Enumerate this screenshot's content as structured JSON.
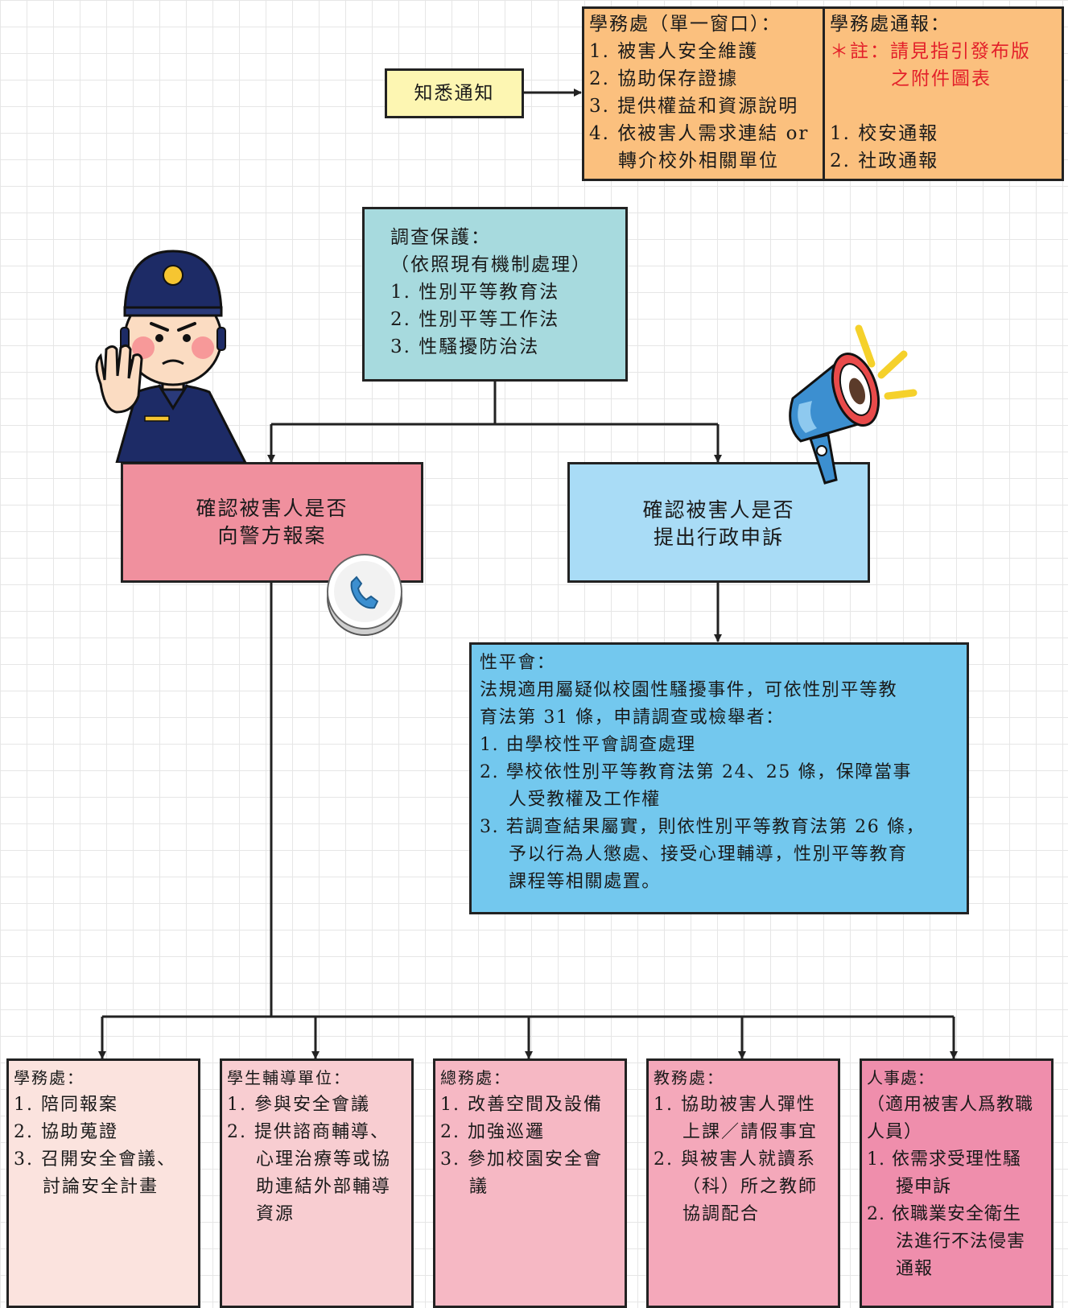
{
  "notify": {
    "label": "知悉通知"
  },
  "student_affairs": {
    "title": "學務處（單一窗口）：",
    "items": [
      "1. 被害人安全維護",
      "2. 協助保存證據",
      "3. 提供權益和資源說明",
      "4. 依被害人需求連結 or",
      "轉介校外相關單位"
    ]
  },
  "report": {
    "title": "學務處通報：",
    "note_1": "＊註：請見指引發布版",
    "note_2": "之附件圖表",
    "items": [
      "1. 校安通報",
      "2. 社政通報"
    ]
  },
  "investigate": {
    "title": "調查保護：",
    "subtitle": "（依照現有機制處理）",
    "items": [
      "1. 性別平等教育法",
      "2. 性別平等工作法",
      "3. 性騷擾防治法"
    ]
  },
  "police": {
    "line_1": "確認被害人是否",
    "line_2": "向警方報案"
  },
  "appeal": {
    "line_1": "確認被害人是否",
    "line_2": "提出行政申訴"
  },
  "committee": {
    "title": "性平會：",
    "lines": [
      "法規適用屬疑似校園性騷擾事件，可依性別平等教",
      "育法第 31 條，申請調查或檢舉者：",
      "1. 由學校性平會調查處理",
      "2. 學校依性別平等教育法第 24、25 條，保障當事",
      "人受教權及工作權",
      "3. 若調查結果屬實，則依性別平等教育法第 26 條，",
      "予以行為人懲處、接受心理輔導，性別平等教育",
      "課程等相關處置。"
    ]
  },
  "units": [
    {
      "title": "學務處：",
      "lines": [
        "1. 陪同報案",
        "2. 協助蒐證",
        "3. 召開安全會議、",
        "討論安全計畫"
      ]
    },
    {
      "title": "學生輔導單位：",
      "lines": [
        "1. 參與安全會議",
        "2. 提供諮商輔導、",
        "心理治療等或協",
        "助連結外部輔導",
        "資源"
      ]
    },
    {
      "title": "總務處：",
      "lines": [
        "1. 改善空間及設備",
        "2. 加強巡邏",
        "3. 參加校園安全會",
        "議"
      ]
    },
    {
      "title": "教務處：",
      "lines": [
        "1. 協助被害人彈性",
        "上課／請假事宜",
        "2. 與被害人就讀系",
        "（科）所之教師",
        "協調配合"
      ]
    },
    {
      "title": "人事處：",
      "lines": [
        "（適用被害人爲教職",
        "人員）",
        "1. 依需求受理性騷",
        "擾申訴",
        "2. 依職業安全衛生",
        "法進行不法侵害",
        "通報"
      ]
    }
  ],
  "colors": {
    "notify_bg": "#fdf6b2",
    "student_affairs_bg": "#fbc07e",
    "investigate_bg": "#a7dade",
    "police_bg": "#f0909e",
    "appeal_bg": "#a9dcf6",
    "committee_bg": "#73c8ee",
    "unit_1_bg": "#fbe3de",
    "unit_2_bg": "#f8cdd1",
    "unit_3_bg": "#f6b8c4",
    "unit_4_bg": "#f4a8ba",
    "unit_5_bg": "#ef8eac",
    "note_text": "#e3202a"
  },
  "illustrations": [
    "police-officer-icon",
    "megaphone-icon",
    "phone-icon"
  ]
}
